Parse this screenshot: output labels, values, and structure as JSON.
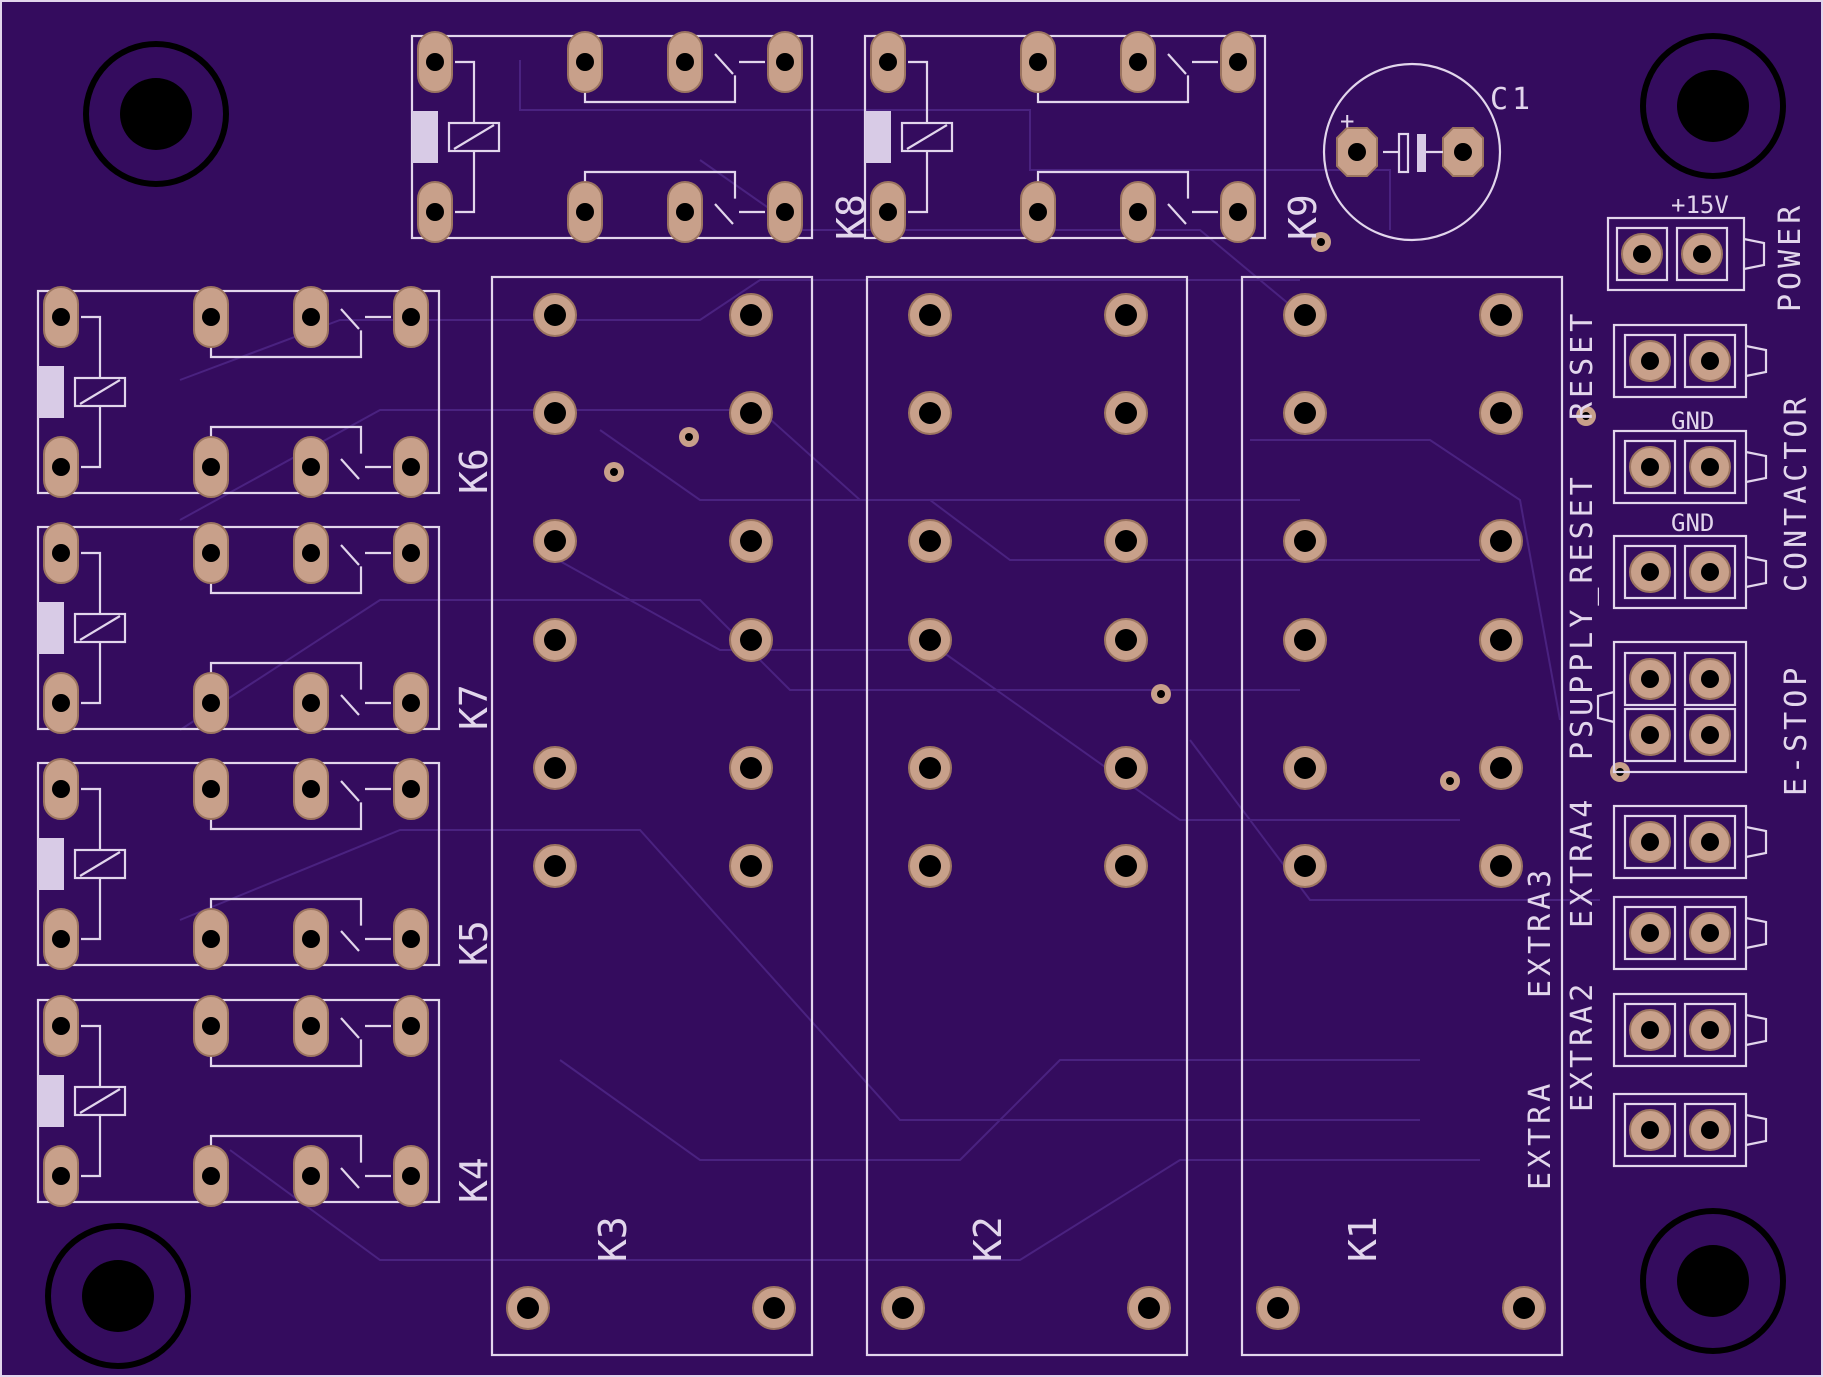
{
  "board": {
    "background_color": "#340c5e",
    "silkscreen_color": "#e2d6ec",
    "pad_color": "#c8a08a"
  },
  "labels": {
    "c1": "C1",
    "c1_plus": "+",
    "k1": "K1",
    "k2": "K2",
    "k3": "K3",
    "k4": "K4",
    "k5": "K5",
    "k6": "K6",
    "k7": "K7",
    "k8": "K8",
    "k9": "K9",
    "plus15v": "+15V",
    "power": "POWER",
    "reset": "RESET",
    "gnd_1": "GND",
    "gnd_2": "GND",
    "contactor": "CONTACTOR",
    "psupply_reset": "PSUPPLY_RESET",
    "e_stop": "E-STOP",
    "extra4": "EXTRA4",
    "extra3": "EXTRA3",
    "extra2": "EXTRA2",
    "extra": "EXTRA"
  }
}
